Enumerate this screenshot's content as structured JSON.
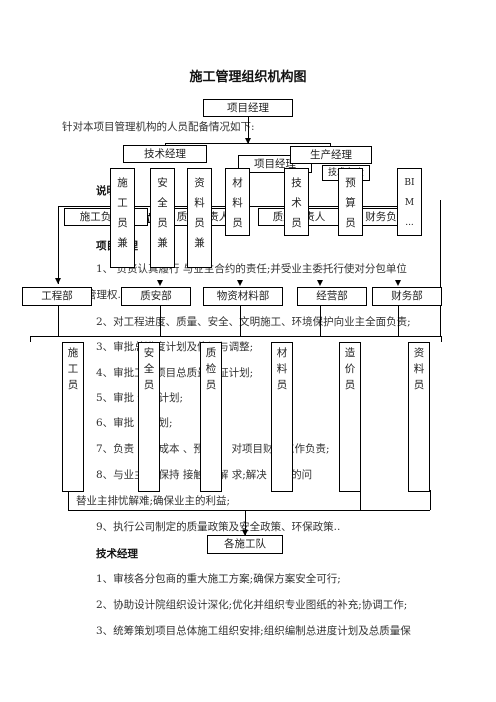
{
  "doc": {
    "title": "施工管理组织机构图",
    "intro": "针对本项目管理机构的人员配备情况如下:",
    "pm_role": "项目经理",
    "pm_lines": [
      "1、      负责认真履行   与业主合约的责任;并受业主委托行使对分包单位",
      "管理权.",
      "2、对工程进度、质量、安全、文明施工、环境保护向业主全面负责;",
      "3、审批总进度计划及修订与调整;",
      "4、审批工程项目总质量保证计划;",
      "5、审批       供应计划;",
      "6、审批       包计划;",
      "7、负责      工程成本      、预测  、   对项目财务工作负责;",
      "8、与业主    理保持     接触;了解      求;解决     出现的问",
      "替业主排忧解难;确保业主的利益;",
      "9、执行公司制定的质量政策及安全政策、环保政策.."
    ],
    "tech_heading": "技术经理",
    "tech_lines": [
      "1、审核各分包商的重大施工方案;确保方案安全可行;",
      "2、协助设计院组织设计深化;优化并组织专业图纸的补充;协调工作;",
      "3、统筹策划项目总体施工组织安排;组织编制总进度计划及总质量保"
    ],
    "frag_shuo": "说明",
    "frag_wei": "位",
    "frag_xiang": "项目经理"
  },
  "org": {
    "top": "项目经理",
    "l2": [
      "技术经理",
      "项目经理",
      "生产经理"
    ],
    "l2_sub": "技术负责",
    "l3": [
      "施工负责人",
      "质量负责人",
      "质量负责人",
      "财务负"
    ],
    "staff_a": [
      [
        "施",
        "工",
        "员",
        "兼"
      ],
      [
        "安",
        "全",
        "员",
        "兼"
      ],
      [
        "资",
        "料",
        "员",
        "兼"
      ],
      [
        "材",
        "料",
        "员"
      ],
      [
        "技",
        "术",
        "员"
      ],
      [
        "预",
        "算",
        "员"
      ],
      [
        "BI",
        "M",
        "..."
      ]
    ],
    "depts": [
      "工程部",
      "质安部",
      "物资材料部",
      "经营部",
      "财务部"
    ],
    "staff_b": [
      [
        "施",
        "工",
        "员"
      ],
      [
        "安",
        "全",
        "员"
      ],
      [
        "质",
        "检",
        "员"
      ],
      [
        "材",
        "料",
        "员"
      ],
      [
        "造",
        "价",
        "员"
      ],
      [
        "资",
        "料",
        "员"
      ]
    ],
    "bottom": "各施工队"
  }
}
